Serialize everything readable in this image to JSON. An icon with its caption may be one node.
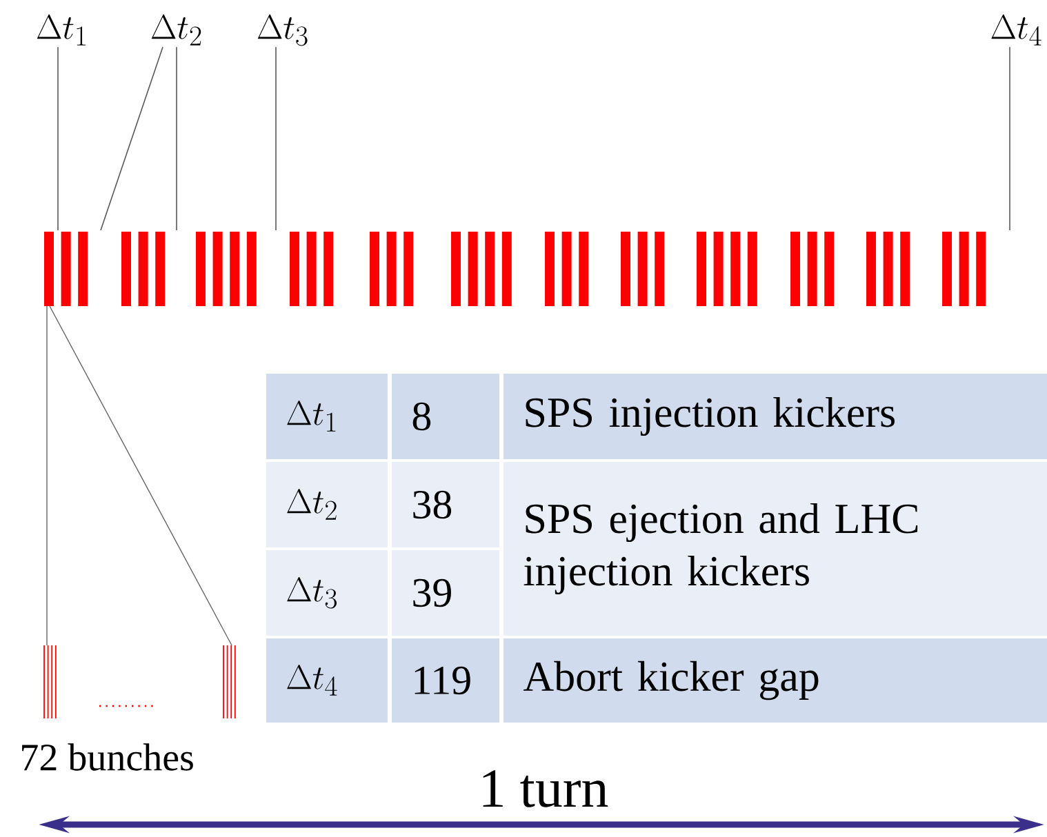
{
  "diagram": {
    "nodes": [
      {
        "text": [
          "\\Delta t_{1}"
        ]
      },
      {
        "text": [
          "\\Delta t_{2}"
        ]
      },
      {
        "text": [
          "\\Delta t_{3}"
        ]
      },
      {
        "text": [
          "\\Delta t_{4}"
        ]
      },
      {
        "text": [],
        "shape": "bar"
      }
    ],
    "edges": [
      {
        "from": 0,
        "to": 4,
        "arrow": "none"
      },
      {
        "from": 1,
        "to": 4,
        "arrow": "none"
      },
      {
        "from": 1,
        "to": 4,
        "arrow": "none"
      },
      {
        "from": 2,
        "to": 4,
        "arrow": "none"
      },
      {
        "from": 3,
        "to": 4,
        "arrow": "none"
      }
    ],
    "labels": [
      "\\Delta t_{1}",
      "8",
      "SPS injection kickers",
      "\\Delta t_{2}",
      "38",
      "SPS ejection and LHC injection kickers",
      "\\Delta t_{3}",
      "39",
      "\\Delta t_{4}",
      "119",
      "Abort kicker gap",
      "72 bunches",
      "1 turn"
    ]
  }
}
